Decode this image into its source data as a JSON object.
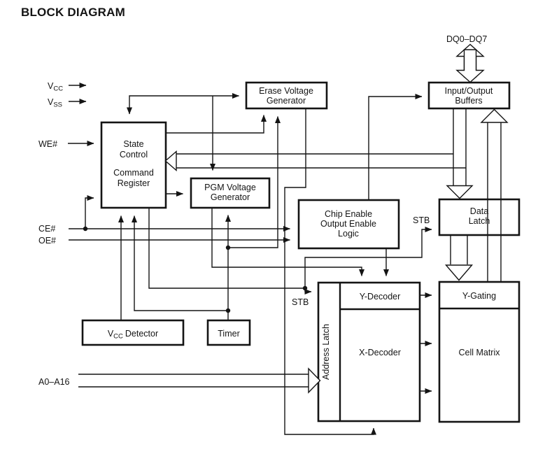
{
  "title": "BLOCK DIAGRAM",
  "signals": {
    "vcc": {
      "base": "V",
      "sub": "CC"
    },
    "vss": {
      "base": "V",
      "sub": "SS"
    },
    "we": "WE#",
    "ce": "CE#",
    "oe": "OE#",
    "address_bus": "A0–A16",
    "data_bus": "DQ0–DQ7",
    "stb_data_latch": "STB",
    "stb_address_latch": "STB"
  },
  "blocks": {
    "state_control": {
      "line1": "State",
      "line2": "Control",
      "line3": "Command",
      "line4": "Register"
    },
    "erase_voltage_generator": {
      "line1": "Erase Voltage",
      "line2": "Generator"
    },
    "pgm_voltage_generator": {
      "line1": "PGM Voltage",
      "line2": "Generator"
    },
    "chip_enable_output_enable_logic": {
      "line1": "Chip Enable",
      "line2": "Output Enable",
      "line3": "Logic"
    },
    "input_output_buffers": {
      "line1": "Input/Output",
      "line2": "Buffers"
    },
    "data_latch": {
      "line1": "Data",
      "line2": "Latch"
    },
    "vcc_detector": {
      "base": "V",
      "sub": "CC",
      "rest": "Detector"
    },
    "timer": "Timer",
    "address_latch": "Address Latch",
    "y_decoder": "Y-Decoder",
    "x_decoder": "X-Decoder",
    "y_gating": "Y-Gating",
    "cell_matrix": "Cell Matrix"
  },
  "colors": {
    "ink": "#141414",
    "background": "#ffffff"
  }
}
